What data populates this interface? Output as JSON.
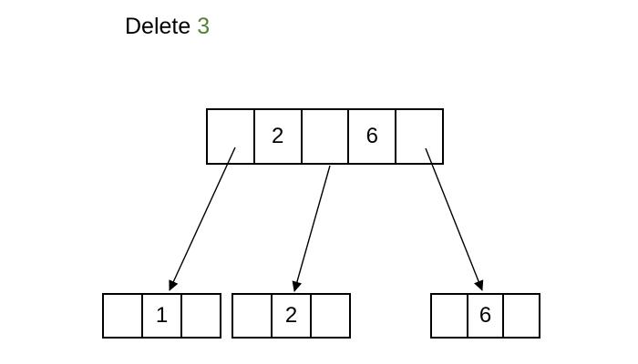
{
  "title": {
    "prefix": "Delete ",
    "key": "3",
    "key_color": "#538135"
  },
  "colors": {
    "stroke": "#000000",
    "background": "#ffffff",
    "title_key_green": "#538135"
  },
  "tree": {
    "root": {
      "cells": [
        "",
        "2",
        "",
        "6",
        ""
      ]
    },
    "leaves": [
      {
        "id": "leaf-1",
        "cells": [
          "",
          "1",
          ""
        ]
      },
      {
        "id": "leaf-2",
        "cells": [
          "",
          "2",
          ""
        ]
      },
      {
        "id": "leaf-3",
        "cells": [
          "",
          "6",
          ""
        ]
      }
    ],
    "arrows": [
      {
        "from": "root-pointer-cell-1",
        "to": "leaf-1"
      },
      {
        "from": "root-pointer-cell-3",
        "to": "leaf-2"
      },
      {
        "from": "root-pointer-cell-5",
        "to": "leaf-3"
      }
    ]
  }
}
